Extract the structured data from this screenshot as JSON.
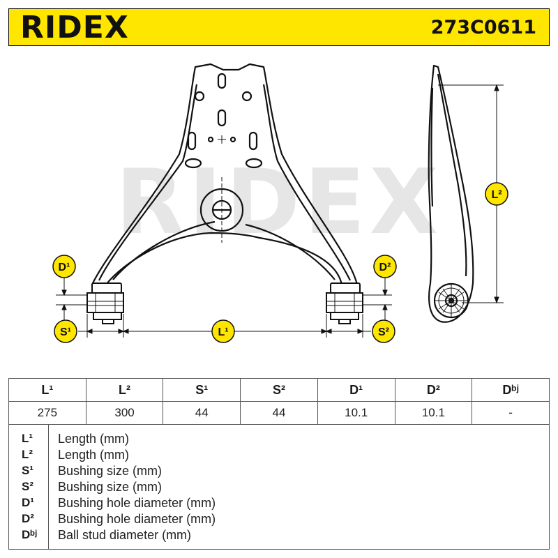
{
  "header": {
    "brand": "RIDEX",
    "part_number": "273C0611",
    "background_color": "#ffe600"
  },
  "drawing": {
    "watermark": "RIDEX",
    "callouts": {
      "d1": "D¹",
      "d2": "D²",
      "s1": "S¹",
      "s2": "S²",
      "l1": "L¹",
      "l2": "L²"
    },
    "callout_color": "#ffe600",
    "watermark_color": "#e6e6e6"
  },
  "specs": {
    "headers": [
      "L¹",
      "L²",
      "S¹",
      "S²",
      "D¹",
      "D²",
      "Dᵇʲ"
    ],
    "values": [
      "275",
      "300",
      "44",
      "44",
      "10.1",
      "10.1",
      "-"
    ]
  },
  "legend": [
    {
      "key": "L¹",
      "desc": "Length (mm)"
    },
    {
      "key": "L²",
      "desc": "Length (mm)"
    },
    {
      "key": "S¹",
      "desc": "Bushing size (mm)"
    },
    {
      "key": "S²",
      "desc": "Bushing size (mm)"
    },
    {
      "key": "D¹",
      "desc": "Bushing hole diameter (mm)"
    },
    {
      "key": "D²",
      "desc": "Bushing hole diameter (mm)"
    },
    {
      "key": "Dᵇʲ",
      "desc": "Ball stud diameter (mm)"
    }
  ]
}
